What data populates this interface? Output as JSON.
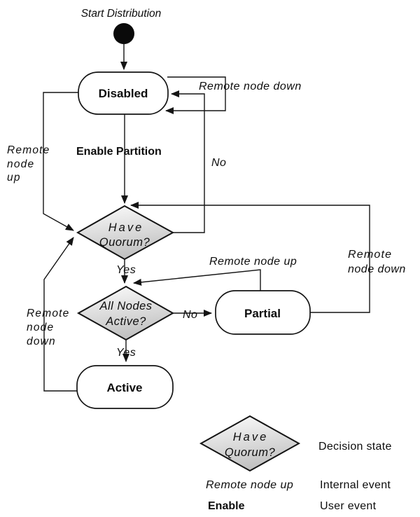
{
  "colors": {
    "stroke": "#141414",
    "diamond_gradient_top": "#fcfcfc",
    "diamond_gradient_bottom": "#c2c2c2",
    "background": "#ffffff",
    "start_node_fill": "#0a0a0a"
  },
  "diagram": {
    "start_label": "Start Distribution",
    "states": {
      "disabled": "Disabled",
      "partial": "Partial",
      "active": "Active"
    },
    "decisions": {
      "have_quorum": [
        "Have",
        "Quorum?"
      ],
      "all_nodes_active": [
        "All Nodes",
        "Active?"
      ]
    },
    "edge_labels": {
      "remote_node_down_self": "Remote node down",
      "enable_partition": "Enable Partition",
      "no_quorum": "No",
      "remote_node_up_disabled": [
        "Remote",
        "node",
        "up"
      ],
      "yes_quorum": "Yes",
      "remote_node_up_partial": "Remote node up",
      "remote_node_down_partial": [
        "Remote",
        "node down"
      ],
      "no_all_nodes": "No",
      "yes_all_nodes": "Yes",
      "remote_node_down_active": [
        "Remote",
        "node",
        "down"
      ]
    }
  },
  "legend": {
    "decision_symbol": [
      "Have",
      "Quorum?"
    ],
    "decision_label": "Decision state",
    "internal_symbol": "Remote node up",
    "internal_label": "Internal event",
    "user_symbol": "Enable",
    "user_label": "User event"
  }
}
